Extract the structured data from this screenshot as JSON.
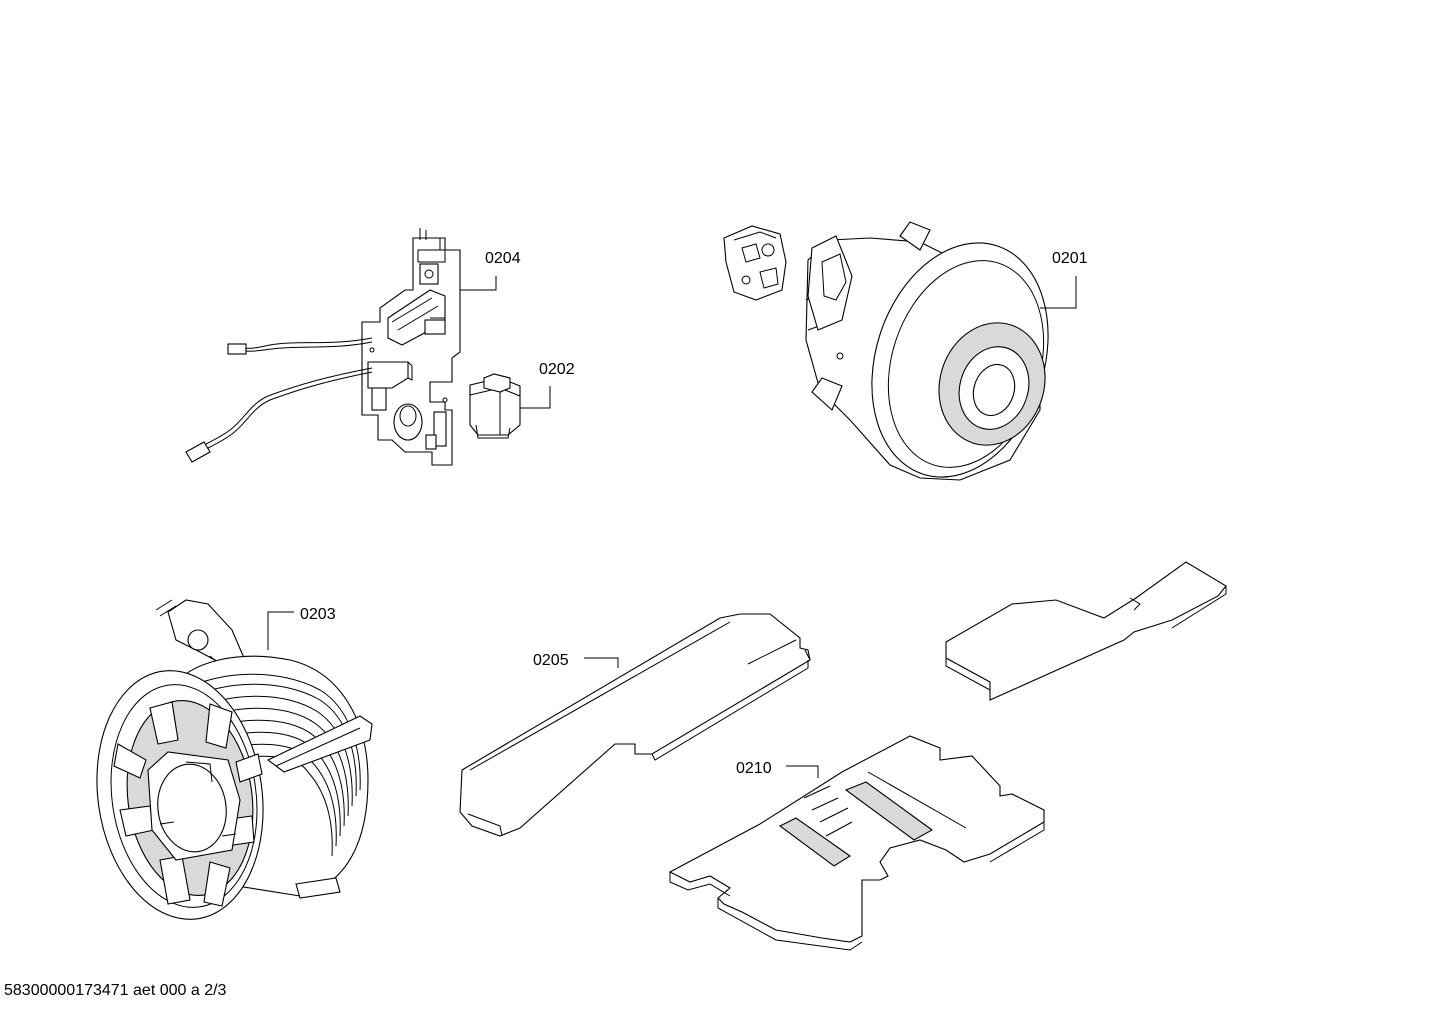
{
  "parts": [
    {
      "id": "motor",
      "label": "0201"
    },
    {
      "id": "socket",
      "label": "0202"
    },
    {
      "id": "cable-reel",
      "label": "0203"
    },
    {
      "id": "control-board",
      "label": "0204"
    },
    {
      "id": "plate-large",
      "label": "0205"
    },
    {
      "id": "plate-filter",
      "label": "0210"
    }
  ],
  "footer": {
    "code": "58300000173471 aet 000 a 2/3"
  }
}
